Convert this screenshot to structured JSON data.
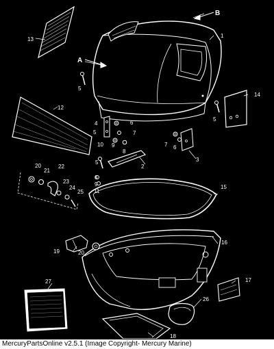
{
  "callout_letters": {
    "a": "A",
    "b": "B"
  },
  "callouts": {
    "n1": "1",
    "n2": "2",
    "n3": "3",
    "n4": "4",
    "n5a": "5",
    "n5b": "5",
    "n5c": "5",
    "n6a": "6",
    "n6b": "6",
    "n6c": "6",
    "n7a": "7",
    "n7b": "7",
    "n8": "8",
    "n9": "9",
    "n10": "10",
    "n11": "11",
    "n12": "12",
    "n13": "13",
    "n14": "14",
    "n15": "15",
    "n16": "16",
    "n17": "17",
    "n18": "18",
    "n19": "19",
    "n20a": "20",
    "n20b": "20",
    "n21": "21",
    "n22": "22",
    "n23": "23",
    "n24": "24",
    "n25": "25",
    "n26": "26",
    "n27": "27"
  },
  "footer": {
    "text": "MercuryPartsOnline v2.5.1 (Image Copyright- Mercury Marine)"
  }
}
